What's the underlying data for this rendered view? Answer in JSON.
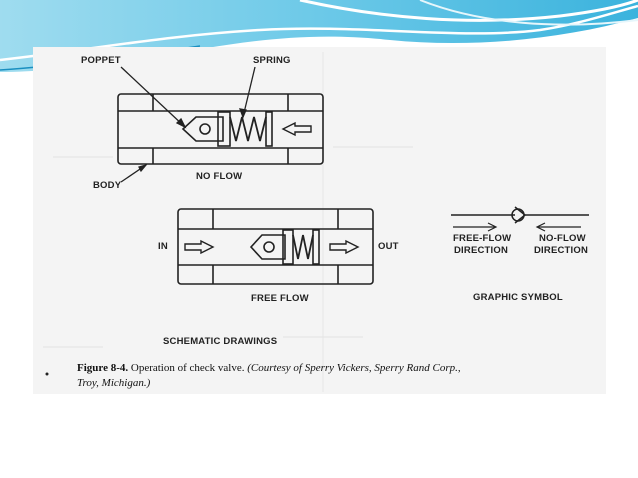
{
  "labels": {
    "poppet": "POPPET",
    "spring": "SPRING",
    "body": "BODY",
    "no_flow": "NO FLOW",
    "in": "IN",
    "out": "OUT",
    "free_flow": "FREE FLOW",
    "free_flow_direction_1": "FREE-FLOW",
    "free_flow_direction_2": "DIRECTION",
    "no_flow_direction_1": "NO-FLOW",
    "no_flow_direction_2": "DIRECTION",
    "graphic_symbol": "GRAPHIC SYMBOL",
    "schematic_drawings": "SCHEMATIC DRAWINGS"
  },
  "caption": {
    "figure": "Figure 8-4.",
    "text": "Operation of check valve.",
    "credit_line1": "(Courtesy of Sperry Vickers, Sperry Rand Corp.,",
    "credit_line2": "Troy, Michigan.)"
  },
  "colors": {
    "banner_light": "#bfe6f3",
    "banner_mid": "#5cc3e6",
    "banner_dark": "#1aa3cf",
    "scan_bg": "#f4f4f4",
    "ink": "#222222"
  }
}
